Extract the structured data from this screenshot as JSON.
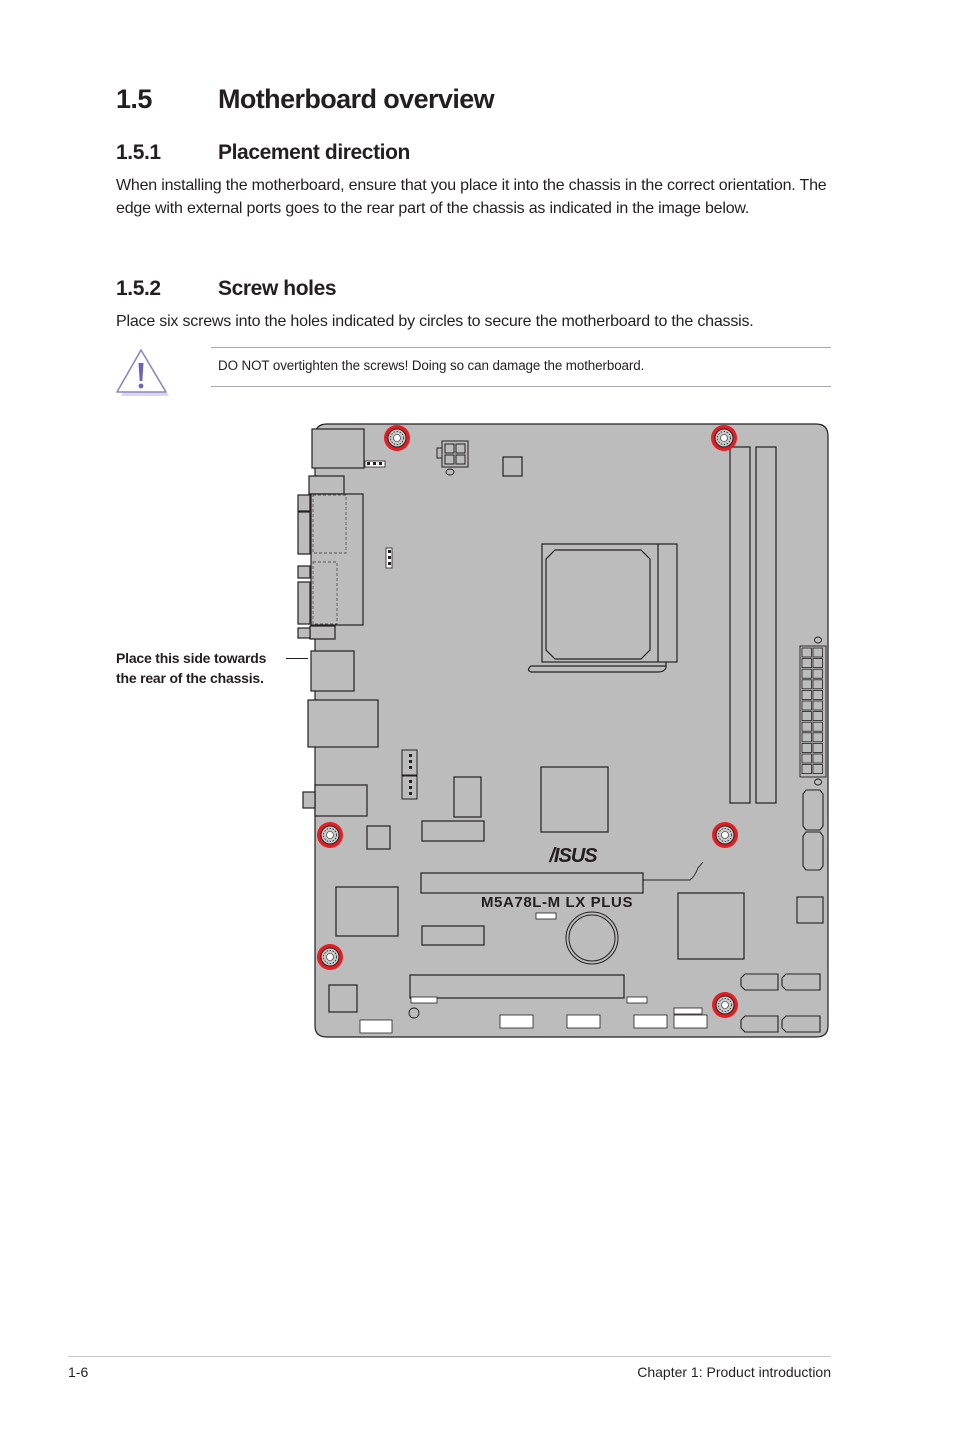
{
  "section": {
    "number": "1.5",
    "title": "Motherboard overview"
  },
  "subsections": [
    {
      "number": "1.5.1",
      "title": "Placement direction",
      "body": "When installing the motherboard, ensure that you place it into the chassis in the correct orientation. The edge with external ports goes to the rear part of the chassis as indicated in the image below."
    },
    {
      "number": "1.5.2",
      "title": "Screw holes",
      "body": "Place six screws into the holes indicated by circles to secure the motherboard to the chassis."
    }
  ],
  "note": {
    "icon": "warning-triangle-icon",
    "text": "DO NOT overtighten the screws! Doing so can damage the motherboard."
  },
  "diagram": {
    "callout_line1": "Place this side towards",
    "callout_line2": "the rear of the chassis.",
    "model_label": "M5A78L-M LX PLUS",
    "brand": "ASUS",
    "board_color": "#bcbcbc",
    "screw_ring_color": "#e31e24",
    "screw_holes_count": 6
  },
  "footer": {
    "page_number": "1-6",
    "chapter": "Chapter 1: Product introduction"
  }
}
